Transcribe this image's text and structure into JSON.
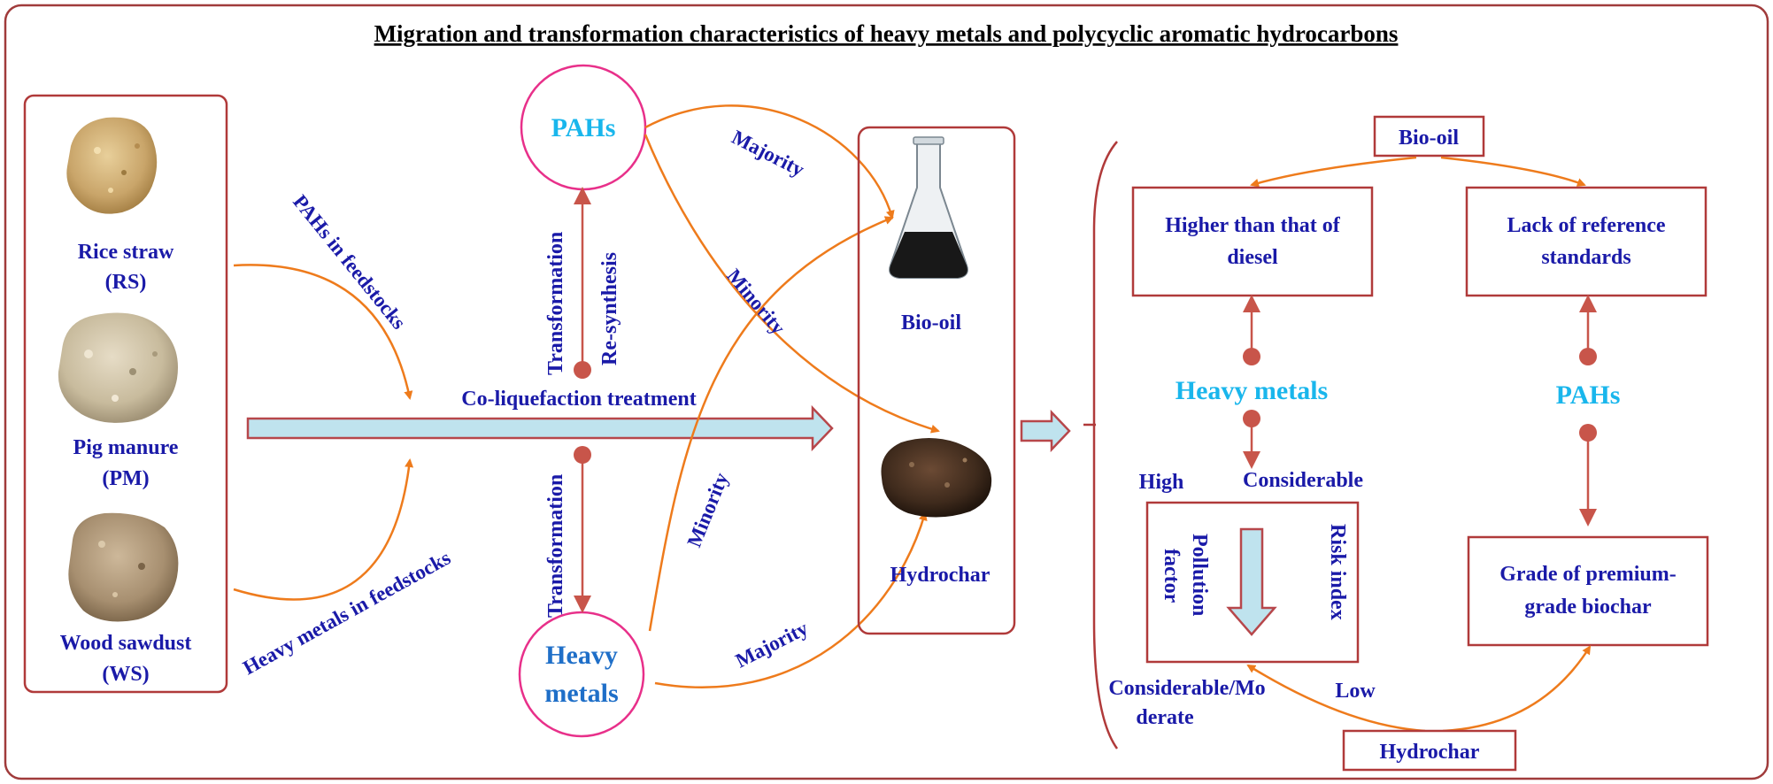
{
  "title": "Migration and transformation characteristics of heavy metals and polycyclic aromatic hydrocarbons",
  "colors": {
    "frame": "#b03a3a",
    "arrow": "#ee7b1c",
    "label": "#1a1aa8",
    "highlight": "#19b6ec",
    "pink": "#e8308a",
    "dot": "#c8554a",
    "block_arrow_fill": "#bfe3ee",
    "block_arrow_stroke": "#b7474b"
  },
  "feedstocks": {
    "rice_straw": {
      "name": "Rice straw",
      "abbr": "(RS)"
    },
    "pig_manure": {
      "name": "Pig manure",
      "abbr": "(PM)"
    },
    "wood_sawdust": {
      "name": "Wood sawdust",
      "abbr": "(WS)"
    }
  },
  "flow": {
    "pahs_in_feedstocks": "PAHs in feedstocks",
    "heavy_metals_in_feedstocks": "Heavy metals in feedstocks",
    "treatment": "Co-liquefaction treatment"
  },
  "nodes": {
    "pahs": "PAHs",
    "heavy_metals_line1": "Heavy",
    "heavy_metals_line2": "metals"
  },
  "vertical_labels": {
    "transformation_up": "Transformation",
    "resynthesis": "Re-synthesis",
    "transformation_down": "Transformation"
  },
  "edge_labels": {
    "pahs_majority": "Majority",
    "pahs_minority": "Minority",
    "metals_minority": "Minority",
    "metals_majority": "Majority"
  },
  "products": {
    "bio_oil": "Bio-oil",
    "hydrochar": "Hydrochar"
  },
  "evaluation": {
    "bio_oil_box": "Bio-oil",
    "higher_than_diesel_line1": "Higher than that of",
    "higher_than_diesel_line2": "diesel",
    "lack_reference_line1": "Lack of reference",
    "lack_reference_line2": "standards",
    "heavy_metals": "Heavy metals",
    "pahs": "PAHs",
    "high": "High",
    "considerable": "Considerable",
    "pollution_factor_line1": "Pollution",
    "pollution_factor_line2": "factor",
    "risk_index": "Risk index",
    "considerable_moderate_line1": "Considerable/Mo",
    "considerable_moderate_line2": "derate",
    "low": "Low",
    "grade_line1": "Grade of premium-",
    "grade_line2": "grade biochar",
    "hydrochar_box": "Hydrochar"
  }
}
